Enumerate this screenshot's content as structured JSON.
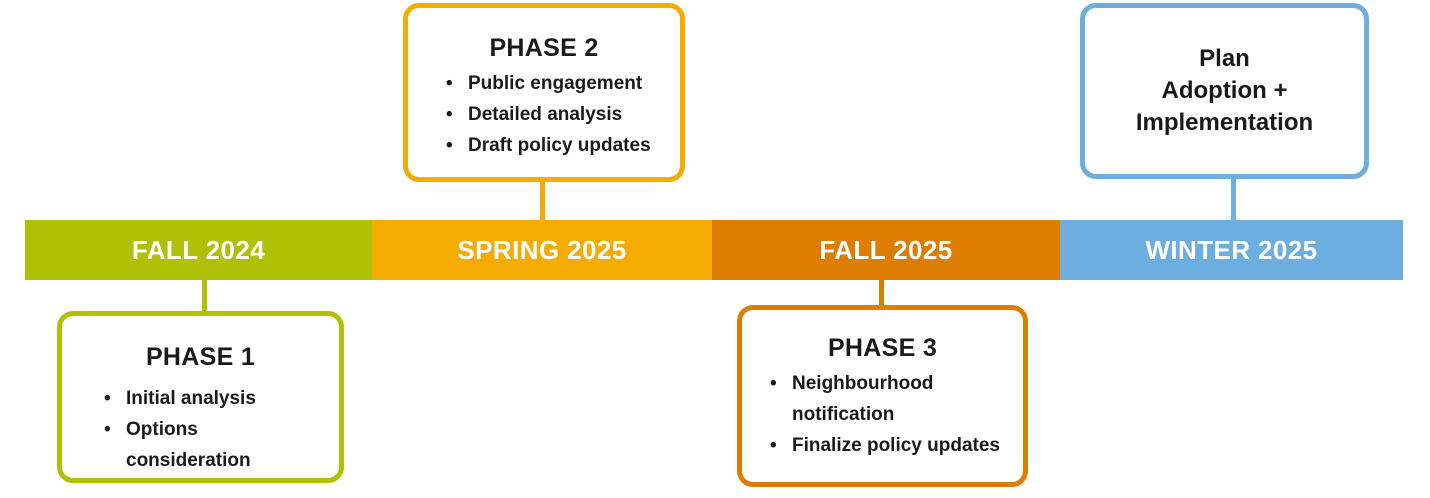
{
  "timeline": {
    "segments": [
      {
        "label": "FALL 2024",
        "color": "#B0C005"
      },
      {
        "label": "SPRING 2025",
        "color": "#F5AB00"
      },
      {
        "label": "FALL 2025",
        "color": "#DD7D02"
      },
      {
        "label": "WINTER 2025",
        "color": "#6CAEE0"
      }
    ]
  },
  "callouts": {
    "phase2": {
      "title": "PHASE 2",
      "color": "#F5AB00",
      "items": [
        "Public engagement",
        "Detailed analysis",
        "Draft policy updates"
      ]
    },
    "plan_adoption": {
      "color": "#6CAEE0",
      "line1": "Plan",
      "line2": "Adoption +",
      "line3": "Implementation"
    },
    "phase1": {
      "title": "PHASE 1",
      "color": "#B0C005",
      "items": [
        "Initial analysis",
        "Options consideration"
      ]
    },
    "phase3": {
      "title": "PHASE 3",
      "color": "#DD7D02",
      "items": [
        "Neighbourhood notification",
        "Finalize policy updates"
      ]
    }
  }
}
